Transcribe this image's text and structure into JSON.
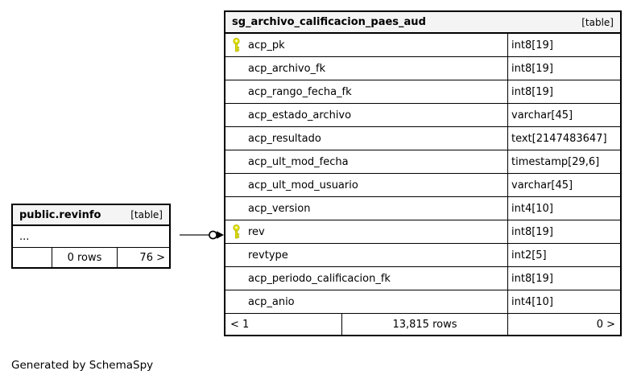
{
  "main_table": {
    "title": "sg_archivo_calificacion_paes_aud",
    "badge": "[table]",
    "columns": [
      {
        "name": "acp_pk",
        "type": "int8[19]",
        "key": true
      },
      {
        "name": "acp_archivo_fk",
        "type": "int8[19]",
        "key": false
      },
      {
        "name": "acp_rango_fecha_fk",
        "type": "int8[19]",
        "key": false
      },
      {
        "name": "acp_estado_archivo",
        "type": "varchar[45]",
        "key": false
      },
      {
        "name": "acp_resultado",
        "type": "text[2147483647]",
        "key": false
      },
      {
        "name": "acp_ult_mod_fecha",
        "type": "timestamp[29,6]",
        "key": false
      },
      {
        "name": "acp_ult_mod_usuario",
        "type": "varchar[45]",
        "key": false
      },
      {
        "name": "acp_version",
        "type": "int4[10]",
        "key": false
      },
      {
        "name": "rev",
        "type": "int8[19]",
        "key": true
      },
      {
        "name": "revtype",
        "type": "int2[5]",
        "key": false
      },
      {
        "name": "acp_periodo_calificacion_fk",
        "type": "int8[19]",
        "key": false
      },
      {
        "name": "acp_anio",
        "type": "int4[10]",
        "key": false
      }
    ],
    "footer": {
      "left": "< 1",
      "center": "13,815 rows",
      "right": "0 >"
    }
  },
  "related_table": {
    "title": "public.revinfo",
    "badge": "[table]",
    "ellipsis": "...",
    "footer": {
      "left": "",
      "center": "0 rows",
      "right": "76 >"
    }
  },
  "footer_note": "Generated by SchemaSpy",
  "colors": {
    "key_icon": "#e3e300",
    "key_icon_outline": "#b0b000",
    "header_bg": "#f4f4f4",
    "border": "#000000",
    "connector": "#3c3c3c"
  }
}
